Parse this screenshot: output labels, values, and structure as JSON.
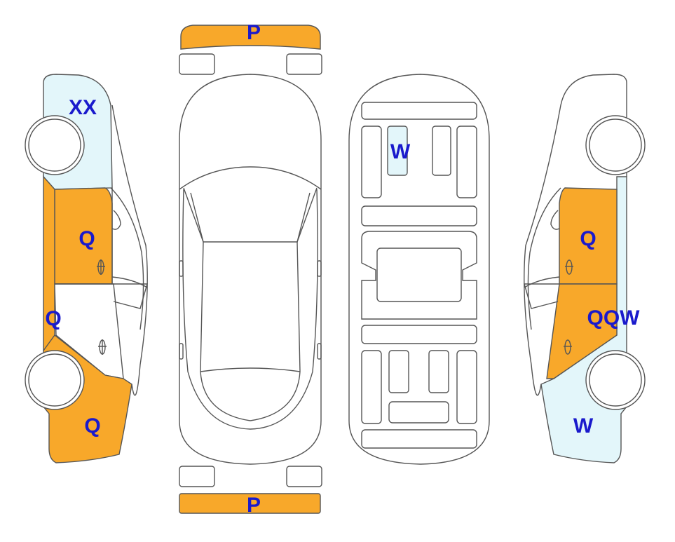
{
  "colors": {
    "damage": "#f8a82a",
    "marked": "#e3f6fa",
    "outline": "#555555",
    "code_text": "#1a1acc"
  },
  "codes": {
    "front_bumper": "P",
    "rear_bumper": "P",
    "left_front_fender": "XX",
    "left_front_door": "Q",
    "left_rocker": "Q",
    "left_rear_quarter": "Q",
    "floor_panel": "W",
    "right_front_door": "Q",
    "right_rear_door": "QQW",
    "right_rear_quarter": "W"
  }
}
